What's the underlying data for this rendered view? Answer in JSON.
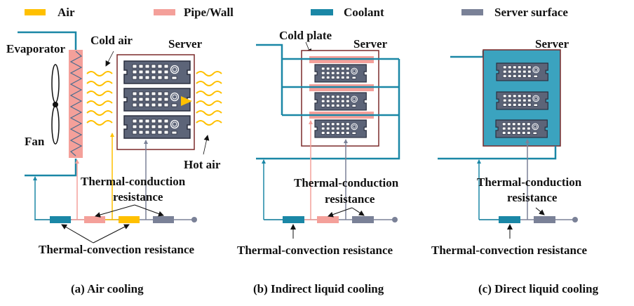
{
  "colors": {
    "air": "#FFC000",
    "pipe_wall": "#F4A09A",
    "coolant": "#1A87A6",
    "server_surface": "#7A8197",
    "server_frame": "#7B2A2A",
    "server_body": "#5C6478",
    "server_outline": "#2A2F3F",
    "direct_fill": "#3BA3BF",
    "arrow": "#111111"
  },
  "legend": [
    {
      "key": "air",
      "label": "Air"
    },
    {
      "key": "pipe_wall",
      "label": "Pipe/Wall"
    },
    {
      "key": "coolant",
      "label": "Coolant"
    },
    {
      "key": "server_surface",
      "label": "Server surface"
    }
  ],
  "panels": [
    {
      "id": "a",
      "caption": "(a) Air cooling",
      "labels": {
        "evaporator": "Evaporator",
        "cold_air": "Cold air",
        "server": "Server",
        "fan": "Fan",
        "hot_air": "Hot air",
        "conduction_1": "Thermal-conduction",
        "conduction_2": "resistance",
        "convection": "Thermal-convection resistance"
      },
      "resistors": [
        "coolant",
        "pipe_wall",
        "air",
        "server_surface"
      ]
    },
    {
      "id": "b",
      "caption": "(b) Indirect liquid cooling",
      "labels": {
        "cold_plate": "Cold plate",
        "server": "Server",
        "conduction_1": "Thermal-conduction",
        "conduction_2": "resistance",
        "convection": "Thermal-convection resistance"
      },
      "resistors": [
        "coolant",
        "pipe_wall",
        "server_surface"
      ]
    },
    {
      "id": "c",
      "caption": "(c) Direct liquid cooling",
      "labels": {
        "server": "Server",
        "conduction_1": "Thermal-conduction",
        "conduction_2": "resistance",
        "convection": "Thermal-convection resistance"
      },
      "resistors": [
        "coolant",
        "server_surface"
      ]
    }
  ]
}
